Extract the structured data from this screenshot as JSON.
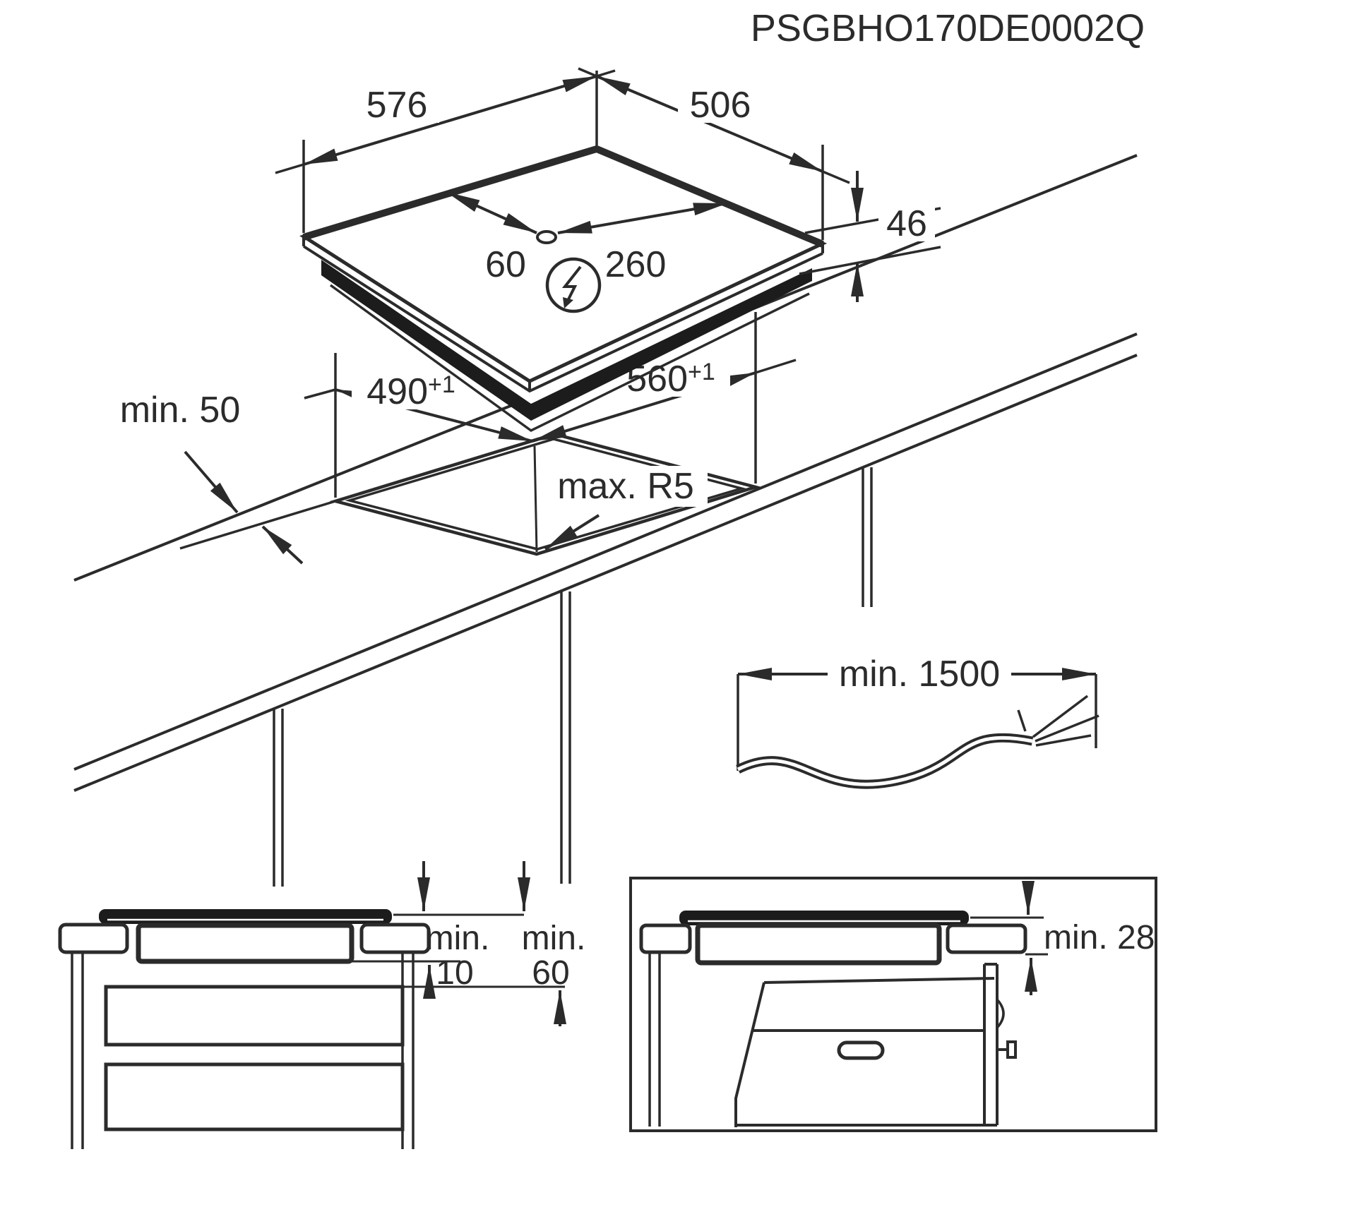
{
  "title": "PSGBHO170DE0002Q",
  "colors": {
    "line": "#2b2b2b",
    "glass_fill": "#1c1c1c",
    "background": "#ffffff"
  },
  "hob": {
    "width_mm": "576",
    "depth_mm": "506",
    "connection_offset_left_mm": "60",
    "connection_offset_right_mm": "260",
    "height_mm": "46"
  },
  "cutout": {
    "depth_mm": "490",
    "depth_tolerance": "+1",
    "width_mm": "560",
    "width_tolerance": "+1",
    "front_clearance": "min. 50",
    "corner_radius": "max. R5"
  },
  "cable": {
    "min_length": "min. 1500"
  },
  "clearances": {
    "below_hob": {
      "label": "min.",
      "value": "10"
    },
    "worktop_to_drawer": {
      "label": "min.",
      "value": "60"
    },
    "hob_to_oven": "min. 28"
  }
}
